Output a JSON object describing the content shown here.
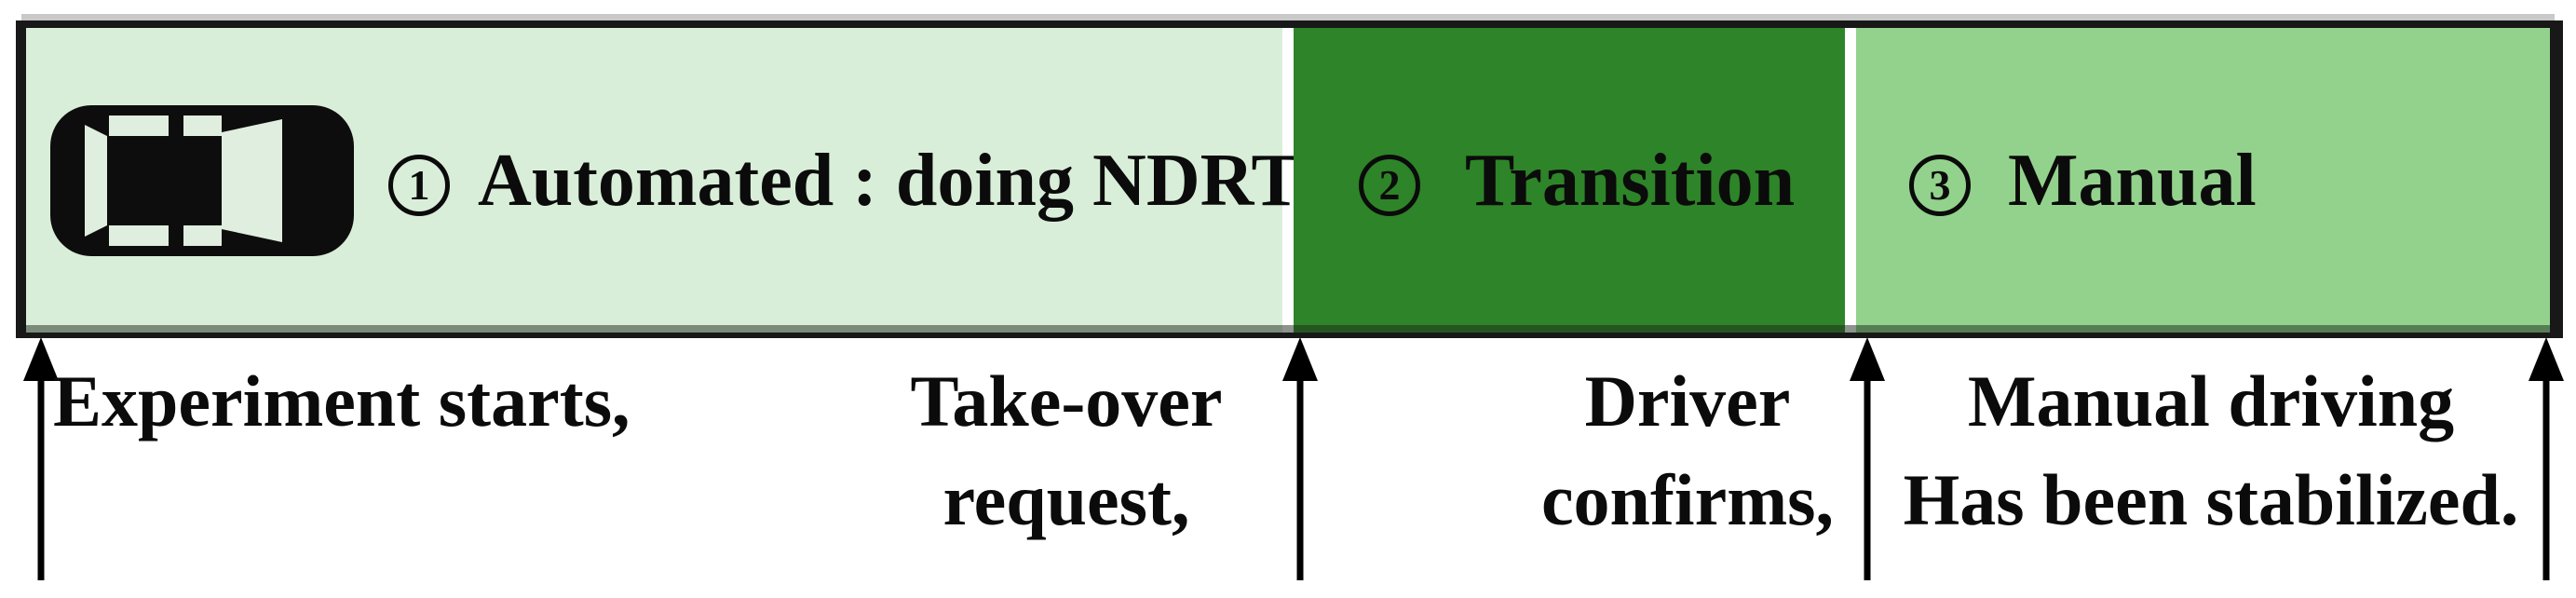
{
  "bar": {
    "phases": [
      {
        "number": "1",
        "label": "Automated : doing NDRT",
        "bg": "#d9eed9"
      },
      {
        "number": "2",
        "label": "Transition",
        "bg": "#2e8428"
      },
      {
        "number": "3",
        "label": "Manual",
        "bg": "#93d28c"
      }
    ]
  },
  "events": [
    {
      "line1": "Experiment starts,"
    },
    {
      "line1": "Take-over",
      "line2": "request,"
    },
    {
      "line1": "Driver",
      "line2": "confirms,"
    },
    {
      "line1": "Manual driving",
      "line2": "Has been stabilized."
    }
  ],
  "icons": {
    "car": "car-top-view-icon"
  },
  "colors": {
    "phase1_bg": "#d9eed9",
    "phase2_bg": "#2e8428",
    "phase3_bg": "#93d28c",
    "frame": "#181818",
    "top_highlight": "#c9c9c9",
    "divider": "#ffffff",
    "text": "#0b0b0b",
    "arrow": "#000000"
  }
}
